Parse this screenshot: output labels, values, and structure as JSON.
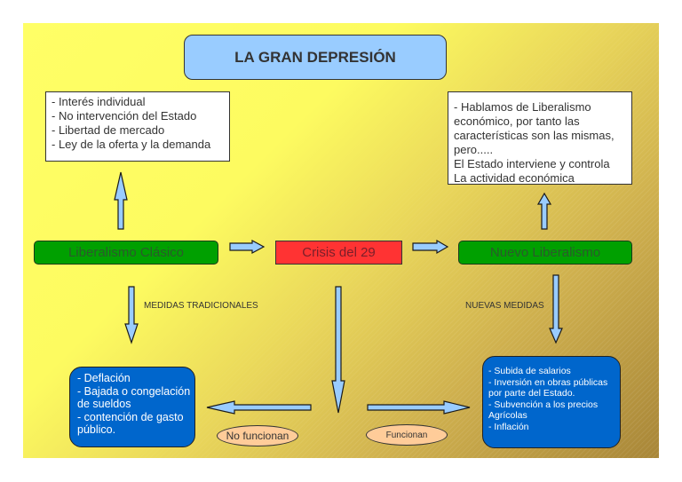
{
  "title": "LA GRAN DEPRESIÓN",
  "classic_liberalism_notes": [
    "- Interés individual",
    "- No intervención del Estado",
    "- Libertad de mercado",
    "- Ley de la oferta y la demanda"
  ],
  "new_liberalism_notes": [
    "- Hablamos de Liberalismo",
    "económico, por tanto las",
    "características son las mismas,",
    "pero.....",
    "El Estado interviene y controla",
    "La actividad económica"
  ],
  "nodes": {
    "classic_liberalism": "Liberalismo Clásico",
    "crisis": "Crisis del 29",
    "new_liberalism": "Nuevo Liberalismo"
  },
  "labels": {
    "traditional_measures": "MEDIDAS TRADICIONALES",
    "new_measures": "NUEVAS MEDIDAS"
  },
  "traditional_measures_box": [
    "- Deflación",
    "- Bajada o congelación",
    "de sueldos",
    "- contención de gasto",
    "público."
  ],
  "new_measures_box": [
    "- Subida de salarios",
    "- Inversión en obras públicas",
    "por parte del Estado.",
    "- Subvención a los precios",
    "Agrícolas",
    "- Inflación"
  ],
  "outcomes": {
    "not_working": "No funcionan",
    "working": "Funcionan"
  },
  "colors": {
    "title_fill": "#99ccff",
    "node_green": "#00a000",
    "node_red": "#ff3333",
    "measure_blue": "#0066cc",
    "outcome_oval": "#ffcc99",
    "arrow_fill": "#99ccff"
  }
}
